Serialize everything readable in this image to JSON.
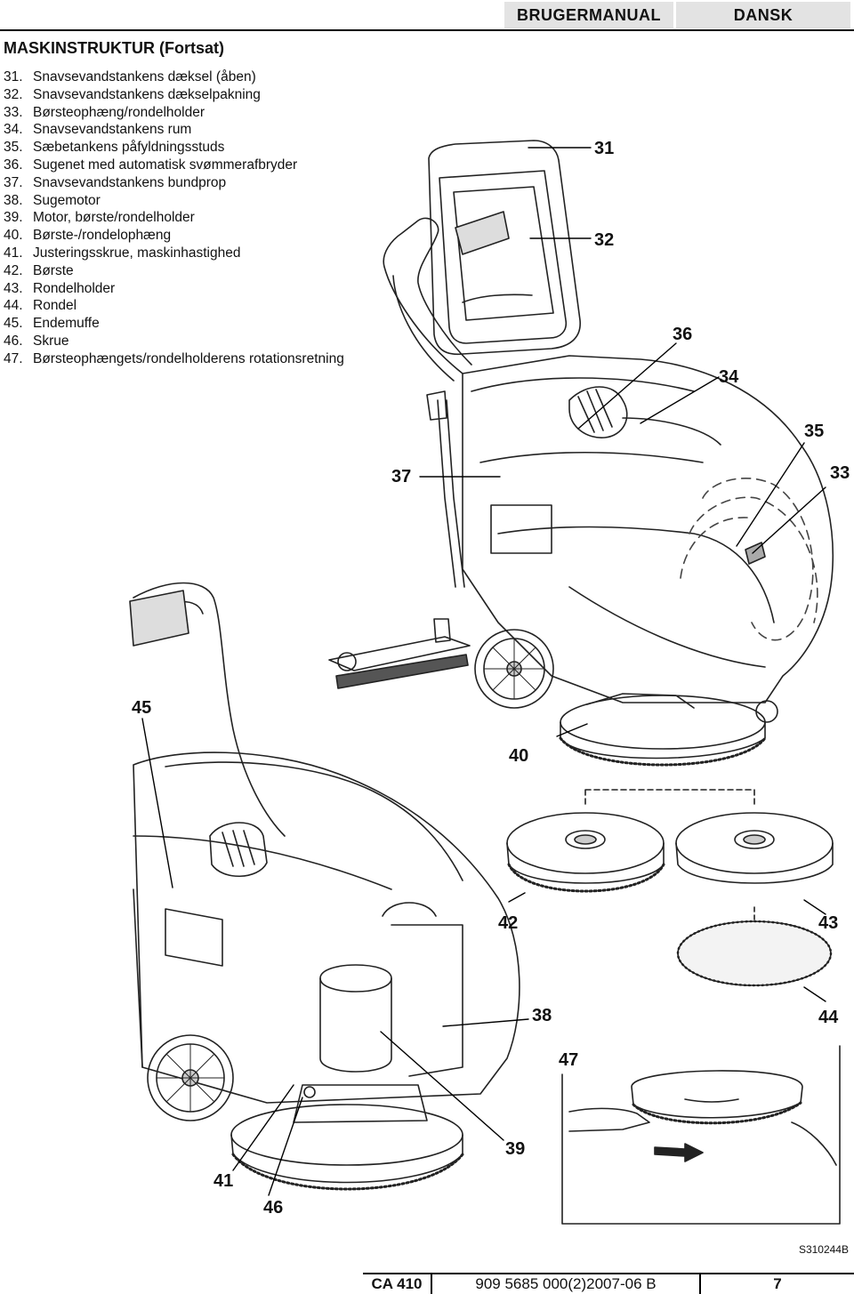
{
  "header": {
    "manual": "BRUGERMANUAL",
    "language": "DANSK"
  },
  "title": "MASKINSTRUKTUR (Fortsat)",
  "legend": [
    {
      "num": "31.",
      "text": "Snavsevandstankens dæksel (åben)"
    },
    {
      "num": "32.",
      "text": "Snavsevandstankens dækselpakning"
    },
    {
      "num": "33.",
      "text": "Børsteophæng/rondelholder"
    },
    {
      "num": "34.",
      "text": "Snavsevandstankens rum"
    },
    {
      "num": "35.",
      "text": "Sæbetankens påfyldningsstuds"
    },
    {
      "num": "36.",
      "text": "Sugenet med automatisk svømmerafbryder"
    },
    {
      "num": "37.",
      "text": "Snavsevandstankens bundprop"
    },
    {
      "num": "38.",
      "text": "Sugemotor"
    },
    {
      "num": "39.",
      "text": "Motor, børste/rondelholder"
    },
    {
      "num": "40.",
      "text": "Børste-/rondelophæng"
    },
    {
      "num": "41.",
      "text": "Justeringsskrue, maskinhastighed"
    },
    {
      "num": "42.",
      "text": "Børste"
    },
    {
      "num": "43.",
      "text": "Rondelholder"
    },
    {
      "num": "44.",
      "text": "Rondel"
    },
    {
      "num": "45.",
      "text": "Endemuffe"
    },
    {
      "num": "46.",
      "text": "Skrue"
    },
    {
      "num": "47.",
      "text": "Børsteophængets/rondelholderens rotationsretning"
    }
  ],
  "callouts": {
    "c31": "31",
    "c32": "32",
    "c33": "33",
    "c34": "34",
    "c35": "35",
    "c36": "36",
    "c37": "37",
    "c38": "38",
    "c39": "39",
    "c40": "40",
    "c41": "41",
    "c42": "42",
    "c43": "43",
    "c44": "44",
    "c45": "45",
    "c46": "46",
    "c47": "47"
  },
  "figure_code": "S310244B",
  "footer": {
    "model": "CA 410",
    "document": "909 5685 000(2)2007-06 B",
    "page": "7"
  }
}
